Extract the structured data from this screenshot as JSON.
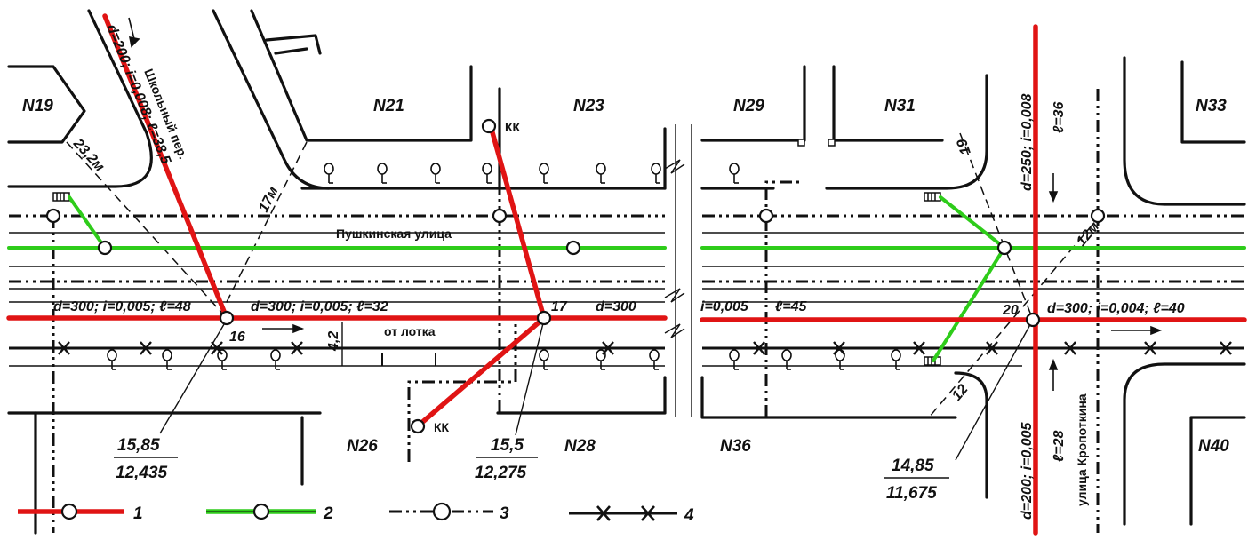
{
  "blocks": {
    "n19": "N19",
    "n21": "N21",
    "n23": "N23",
    "n29": "N29",
    "n31": "N31",
    "n33": "N33",
    "n26": "N26",
    "n28": "N28",
    "n36": "N36",
    "n40": "N40"
  },
  "streets": {
    "pushkin": "Пушкинская улица",
    "school": "Школьный пер.",
    "kropotkin": "улица Кропоткина"
  },
  "labels": {
    "pipe_school": "d=200; i=0,008; ℓ=38,5",
    "pipe_kropotkin_top": "d=250; i=0,008",
    "l36": "ℓ=36",
    "pipe_kropotkin_bottom": "d=200; i=0,005",
    "l28": "ℓ=28",
    "seg1": "d=300; i=0,005; ℓ=48",
    "seg2": "d=300; i=0,005; ℓ=32",
    "seg3a": "d=300",
    "seg3b": "i=0,005",
    "seg3c": "ℓ=45",
    "seg4": "d=300; i=0,004; ℓ=40",
    "from_gutter": "от лотка",
    "dim_42": "4,2",
    "dim_232": "23,2м",
    "dim_17m": "17м",
    "dim_19": "19",
    "dim_12m": "12м",
    "dim_12": "12",
    "kk1": "КК",
    "kk2": "КК",
    "node16": "16",
    "node17": "17",
    "node20": "20"
  },
  "elevations": [
    {
      "top": "15,85",
      "bottom": "12,435"
    },
    {
      "top": "15,5",
      "bottom": "12,275"
    },
    {
      "top": "14,85",
      "bottom": "11,675"
    }
  ],
  "legend": [
    {
      "num": "1",
      "kind": "red-main"
    },
    {
      "num": "2",
      "kind": "green-lateral"
    },
    {
      "num": "3",
      "kind": "dash-dot-existing"
    },
    {
      "num": "4",
      "kind": "cross-line"
    }
  ],
  "colors": {
    "red": "#e01414",
    "green": "#2ecc1a",
    "ink": "#111111"
  }
}
